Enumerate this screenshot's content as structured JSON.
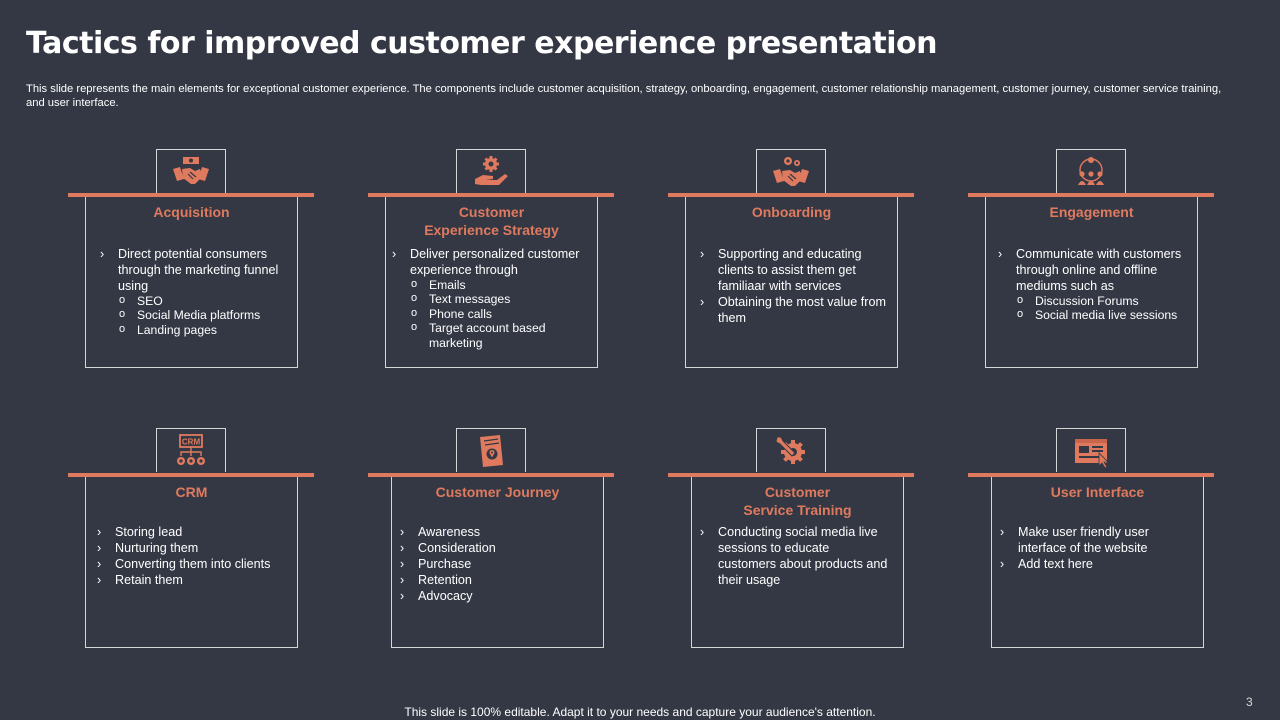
{
  "slide": {
    "title": "Tactics for improved customer experience presentation",
    "subtitle": "This slide represents the main elements for exceptional customer experience. The components include customer acquisition, strategy, onboarding, engagement, customer relationship management, customer journey, customer service training, and user interface.",
    "page_number": "3",
    "footer": "This slide is 100% editable. Adapt it to your needs and capture your audience's attention."
  },
  "cards": [
    {
      "heading": "Acquisition",
      "icon": "handshake-icon",
      "items": [
        "Direct potential consumers through the marketing funnel using"
      ],
      "subitems": [
        "SEO",
        "Social Media platforms",
        "Landing pages"
      ]
    },
    {
      "heading": "Customer\nExperience Strategy",
      "icon": "gear-hand-icon",
      "items": [
        "Deliver personalized customer experience through"
      ],
      "subitems": [
        "Emails",
        "Text messages",
        "Phone calls",
        "Target account based marketing"
      ]
    },
    {
      "heading": "Onboarding",
      "icon": "handshake-gears-icon",
      "items": [
        "Supporting and educating clients to assist them get familiaar with services",
        "Obtaining the most value from them"
      ]
    },
    {
      "heading": "Engagement",
      "icon": "people-network-icon",
      "items": [
        "Communicate with customers through online and offline mediums such as"
      ],
      "subitems": [
        "Discussion Forums",
        "Social media live sessions"
      ]
    },
    {
      "heading": "CRM",
      "icon": "crm-icon",
      "items": [
        "Storing lead",
        "Nurturing them",
        "Converting  them into clients",
        "Retain them"
      ]
    },
    {
      "heading": "Customer Journey",
      "icon": "journey-map-icon",
      "items": [
        "Awareness",
        "Consideration",
        "Purchase",
        "Retention",
        "Advocacy"
      ]
    },
    {
      "heading": "Customer\nService Training",
      "icon": "wrench-gear-icon",
      "items": [
        "Conducting social media live sessions to educate customers about products and their usage"
      ]
    },
    {
      "heading": "User Interface",
      "icon": "browser-window-icon",
      "items": [
        "Make user friendly user interface of the website",
        "Add text here"
      ]
    }
  ]
}
